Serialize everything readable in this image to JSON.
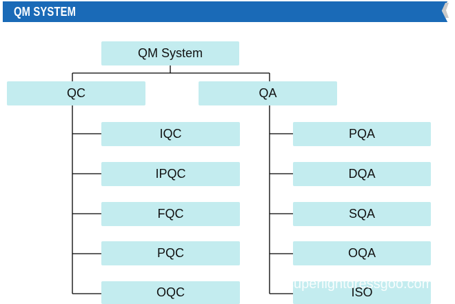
{
  "header": {
    "title": "QM SYSTEM"
  },
  "root": {
    "label": "QM System"
  },
  "branches": [
    {
      "label": "QC",
      "children": [
        "IQC",
        "IPQC",
        "FQC",
        "PQC",
        "OQC"
      ]
    },
    {
      "label": "QA",
      "children": [
        "PQA",
        "DQA",
        "SQA",
        "OQA",
        "ISO"
      ]
    }
  ],
  "watermark": "superlightdressgoo.com",
  "colors": {
    "header": "#1a6ab7",
    "node_fill": "#c3ecef",
    "connector": "#000000"
  }
}
